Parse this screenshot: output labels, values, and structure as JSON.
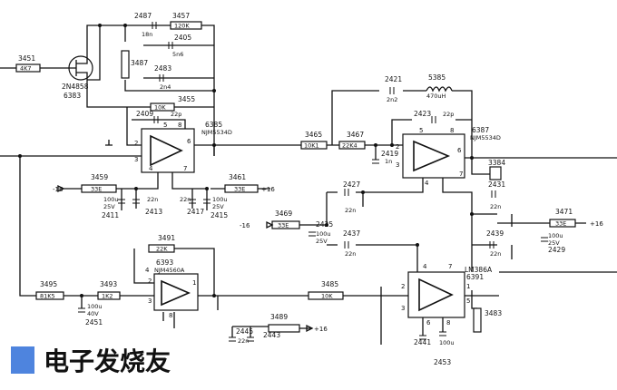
{
  "components": {
    "r3451": {
      "ref": "3451",
      "value": "4K7"
    },
    "q_jfet": {
      "part": "2N4858",
      "ref": "6383"
    },
    "c2487": {
      "ref": "2487",
      "value": "18n"
    },
    "r3457": {
      "ref": "3457",
      "value": "120K"
    },
    "c2405": {
      "ref": "2405",
      "value": "5n6"
    },
    "r3487": {
      "ref": "3487",
      "value": ""
    },
    "c2483": {
      "ref": "2483",
      "value": "2n4"
    },
    "r3455": {
      "ref": "3455",
      "value": "10K"
    },
    "c2409": {
      "ref": "2409",
      "value": "22p"
    },
    "u6385": {
      "ref": "6385",
      "part": "NJM5534D"
    },
    "r3459": {
      "ref": "3459",
      "value": "33E"
    },
    "c2411": {
      "ref": "2411",
      "value": "100u",
      "rating": "25V"
    },
    "c2413": {
      "ref": "2413",
      "value": "22n"
    },
    "r3461": {
      "ref": "3461",
      "value": "33E"
    },
    "c2417": {
      "ref": "2417",
      "value": "22n"
    },
    "c2415": {
      "ref": "2415",
      "value": "100u",
      "rating": "25V"
    },
    "c2421": {
      "ref": "2421",
      "value": "2n2"
    },
    "l5385": {
      "ref": "5385",
      "value": "470uH"
    },
    "r3465": {
      "ref": "3465",
      "value": "10K1"
    },
    "r3467": {
      "ref": "3467",
      "value": "22K4"
    },
    "c2419": {
      "ref": "2419",
      "value": "1n"
    },
    "c2423": {
      "ref": "2423",
      "value": "22p"
    },
    "u6387": {
      "ref": "6387",
      "part": "NJM5534D"
    },
    "r3384": {
      "ref": "3384",
      "value": ""
    },
    "c2427": {
      "ref": "2427",
      "value": "22n"
    },
    "r3469": {
      "ref": "3469",
      "value": "33E"
    },
    "c2425": {
      "ref": "2425",
      "value": "100u",
      "rating": "25V"
    },
    "c2437": {
      "ref": "2437",
      "value": "22n"
    },
    "c2431": {
      "ref": "2431",
      "value": "22n"
    },
    "r3471": {
      "ref": "3471",
      "value": "33E"
    },
    "c2429": {
      "ref": "2429",
      "value": "100u",
      "rating": "25V"
    },
    "c2439": {
      "ref": "2439",
      "value": "22n"
    },
    "r3491": {
      "ref": "3491",
      "value": "22K"
    },
    "u6393": {
      "ref": "6393",
      "part": "NJM4560A"
    },
    "r3495": {
      "ref": "3495",
      "value": "81K5"
    },
    "r3493": {
      "ref": "3493",
      "value": "1K2"
    },
    "c2451": {
      "ref": "2451",
      "value": "100u",
      "rating": "40V"
    },
    "r3485": {
      "ref": "3485",
      "value": "10K"
    },
    "c2445": {
      "ref": "2445",
      "value": "22n"
    },
    "c2443": {
      "ref": "2443",
      "value": ""
    },
    "r3489": {
      "ref": "3489",
      "value": ""
    },
    "u6391": {
      "ref": "6391",
      "part": "LM386A"
    },
    "c2441": {
      "ref": "2441",
      "value": "100u"
    },
    "r3483": {
      "ref": "3483",
      "value": ""
    },
    "c2453": {
      "ref": "2453",
      "value": ""
    }
  },
  "pins": {
    "u6385": {
      "inv": "2",
      "noninv": "3",
      "out": "6",
      "v_pos": "7",
      "v_neg": "4",
      "comp_a": "5",
      "comp_b": "8"
    },
    "u6387": {
      "inv": "2",
      "noninv": "3",
      "out": "6",
      "v_pos": "7",
      "v_neg": "4",
      "comp_a": "5",
      "comp_b": "8"
    },
    "u6393": {
      "inv": "2",
      "noninv": "3",
      "out": "1",
      "v_pos": "8",
      "v_neg": "4"
    },
    "u6391": {
      "inv": "2",
      "noninv": "3",
      "out": "5",
      "v_pos": "6",
      "v_neg": "4",
      "gain_a": "1",
      "gain_b": "8",
      "bypass": "7"
    }
  },
  "supplies": {
    "neg": "-16",
    "pos": "+16"
  },
  "watermark": "电子发烧友"
}
